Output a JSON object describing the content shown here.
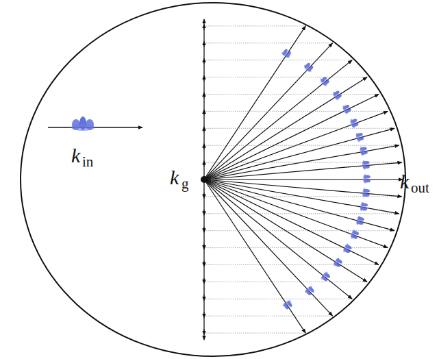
{
  "diagram": {
    "labels": [
      "k",
      "in",
      "k",
      "g",
      "k",
      "out"
    ]
  }
}
